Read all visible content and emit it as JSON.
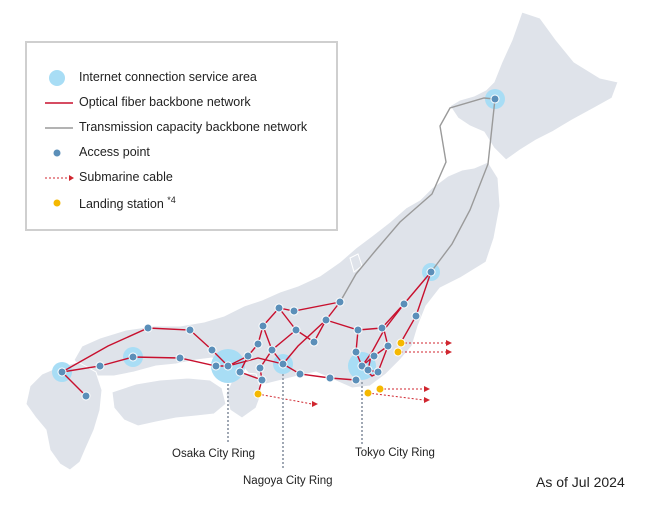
{
  "legend": {
    "service_area": "Internet connection service area",
    "fiber": "Optical fiber backbone network",
    "transmission": "Transmission capacity backbone network",
    "access_point": "Access point",
    "submarine": "Submarine cable",
    "landing": "Landing station",
    "landing_note": "*4"
  },
  "rings": {
    "osaka": "Osaka City Ring",
    "nagoya": "Nagoya City Ring",
    "tokyo": "Tokyo City Ring"
  },
  "as_of": "As of Jul 2024",
  "colors": {
    "land": "#dfe3ea",
    "land_stroke": "#ffffff",
    "service_area": "#a8ddf5",
    "fiber": "#c8102e",
    "transmission": "#9a9a9a",
    "access_point": "#5b8fb9",
    "submarine": "#d0262f",
    "landing": "#f5b800",
    "ring_dots": "#a0a8b4"
  }
}
